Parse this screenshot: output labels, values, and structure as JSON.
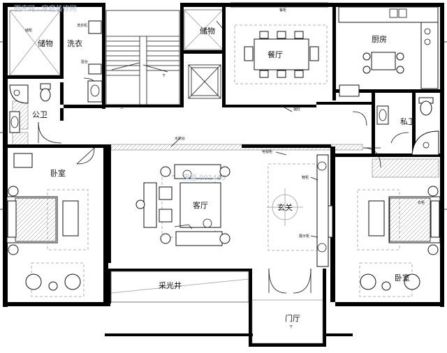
{
  "rooms": {
    "storage_left": "储物",
    "laundry": "洗衣",
    "storage_center": "储物",
    "dining": "餐厅",
    "kitchen": "厨房",
    "public_bath": "公卫",
    "private_bath": "私卫",
    "bedroom_left": "卧室",
    "living": "客厅",
    "foyer": "玄关",
    "bedroom_right": "卧室",
    "light_well": "采光井",
    "entry_hall": "门厅"
  },
  "notes": {
    "closet": "储柜",
    "washer": "洗衣机",
    "sink_counter": "盥台",
    "down_1": "下",
    "up_1": "上",
    "sideboard": "餐柜",
    "range_hood": "烟灶",
    "water_bar": "水吧台",
    "tv_cabinet": "电视柜",
    "shoe_cabinet": "鞋柜",
    "display_cabinet": "展示柜",
    "closet_right": "衣柜",
    "down_2": "下"
  },
  "watermark": {
    "top_left": "图库网 · 家庭装修网",
    "center": "房型 001465"
  }
}
